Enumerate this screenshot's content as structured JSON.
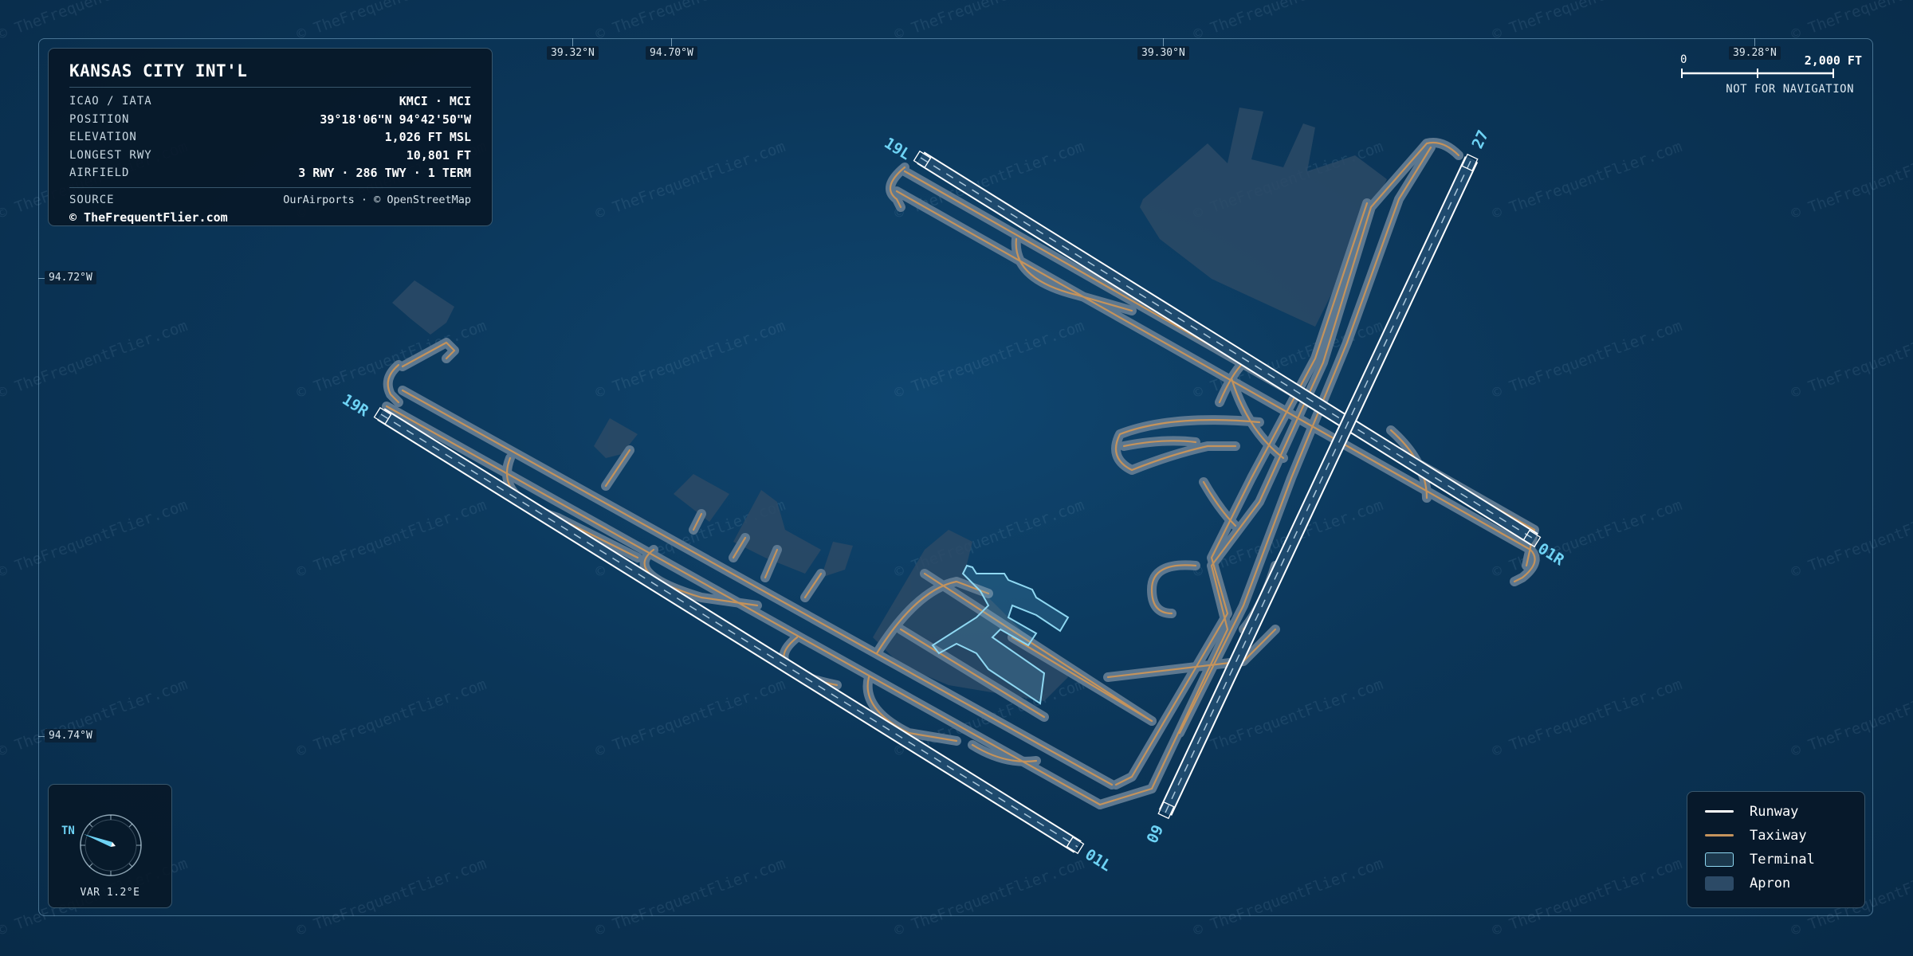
{
  "airport": {
    "name": "KANSAS CITY INT'L",
    "rows": [
      {
        "label": "ICAO / IATA",
        "value": "KMCI · MCI"
      },
      {
        "label": "POSITION",
        "value": "39°18'06\"N 94°42'50\"W"
      },
      {
        "label": "ELEVATION",
        "value": "1,026 FT MSL"
      },
      {
        "label": "LONGEST RWY",
        "value": "10,801 FT"
      },
      {
        "label": "AIRFIELD",
        "value": "3 RWY · 286 TWY · 1 TERM"
      }
    ],
    "source_label": "SOURCE",
    "source_value": "OurAirports · © OpenStreetMap",
    "copyright": "© TheFrequentFlier.com"
  },
  "graticule": {
    "top": [
      "39.32°N",
      "94.70°W",
      "39.30°N",
      "39.28°N"
    ],
    "left": [
      "94.72°W",
      "94.74°W"
    ]
  },
  "scale": {
    "zero": "0",
    "max": "2,000 FT",
    "note": "NOT FOR NAVIGATION"
  },
  "compass": {
    "label": "TN",
    "variation": "VAR 1.2°E"
  },
  "runways": [
    "19L",
    "01R",
    "19R",
    "01L",
    "27",
    "09"
  ],
  "legend": [
    {
      "key": "runway",
      "label": "Runway"
    },
    {
      "key": "taxiway",
      "label": "Taxiway"
    },
    {
      "key": "terminal",
      "label": "Terminal"
    },
    {
      "key": "apron",
      "label": "Apron"
    }
  ],
  "watermark": "© TheFrequentFlier.com",
  "colors": {
    "background": "#0b3659",
    "runway": "#ffffff",
    "taxiway": "#c4935c",
    "taxiway_casing": "#5d7890",
    "terminal": "#8fd8f2",
    "apron": "#2c4a66",
    "runway_label": "#6ed3f5"
  }
}
